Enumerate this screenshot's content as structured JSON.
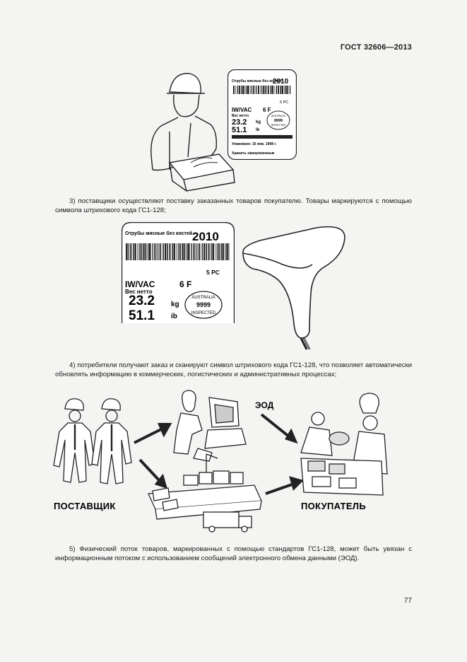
{
  "header": {
    "doc_code": "ГОСТ 32606—2013"
  },
  "paragraphs": {
    "p3": "3) поставщики осуществляют поставку заказанных товаров покупателю. Товары маркируются с помощью символа штрихового кода ГС1-128;",
    "p4": "4) потребители получают заказ и сканируют символ штрихового кода ГС1-128, что позволяет автоматически обновлять информацию в коммерческих, логистических и административных процессах;",
    "p5": "5) Физический поток товаров, маркированных с помощью стандартов ГС1-128, может быть увязан с информационным потоком с использованием сообщений электронного обмена данными (ЭОД)."
  },
  "label_small": {
    "product": "Отрубы мясные без костей",
    "year": "2010",
    "pieces": "5 PC",
    "pack": "IW/VAC",
    "grade": "6 F",
    "net_label": "Вес нетто",
    "kg_value": "23.2",
    "kg_unit": "kg",
    "lb_value": "51.1",
    "lb_unit": "lb",
    "seal_top": "AUSTRALIA",
    "seal_num": "9999",
    "seal_bottom": "INSPECTED",
    "packed": "Упаковано: 16 янв. 1998 г.",
    "storage": "Хранить замороженным"
  },
  "label_large": {
    "product": "Отрубы мясные без костей",
    "year": "2010",
    "pieces": "5 PC",
    "pack": "IW/VAC",
    "grade": "6 F",
    "net_label": "Вес нетто",
    "kg_value": "23.2",
    "kg_unit": "kg",
    "lb_value": "51.1",
    "lb_unit": "ib",
    "seal_top": "AUSTRALIA",
    "seal_num": "9999",
    "seal_bottom": "INSPECTED"
  },
  "flow": {
    "supplier": "ПОСТАВЩИК",
    "buyer": "ПОКУПАТЕЛЬ",
    "edi": "ЭОД"
  },
  "page_number": "77"
}
